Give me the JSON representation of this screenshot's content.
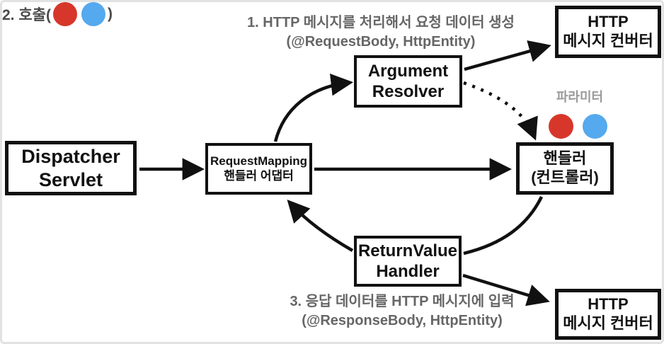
{
  "colors": {
    "red_dot": "#d7372a",
    "blue_dot": "#55a9ee",
    "note_text": "#666666",
    "param_label": "#9a9a9a",
    "line_color": "#111111"
  },
  "boxes": {
    "dispatcher": {
      "line1": "Dispatcher",
      "line2": "Servlet"
    },
    "adapter": {
      "line1": "RequestMapping",
      "line2": "핸들러 어댑터"
    },
    "argument_resolver": {
      "line1": "Argument",
      "line2": "Resolver"
    },
    "http_converter_top": {
      "line1": "HTTP",
      "line2": "메시지 컨버터"
    },
    "handler": {
      "line1": "핸들러",
      "line2": "(컨트롤러)"
    },
    "return_value_handler": {
      "line1": "ReturnValue",
      "line2": "Handler"
    },
    "http_converter_bottom": {
      "line1": "HTTP",
      "line2": "메시지 컨버터"
    }
  },
  "annotations": {
    "note1_line1": "1. HTTP 메시지를 처리해서 요청 데이터 생성",
    "note1_line2": "(@RequestBody, HttpEntity)",
    "note2_prefix": "2. 호출(",
    "note2_suffix": ")",
    "param_label": "파라미터",
    "note3_line1": "3. 응답 데이터를 HTTP 메시지에 입력",
    "note3_line2": "(@ResponseBody, HttpEntity)"
  }
}
